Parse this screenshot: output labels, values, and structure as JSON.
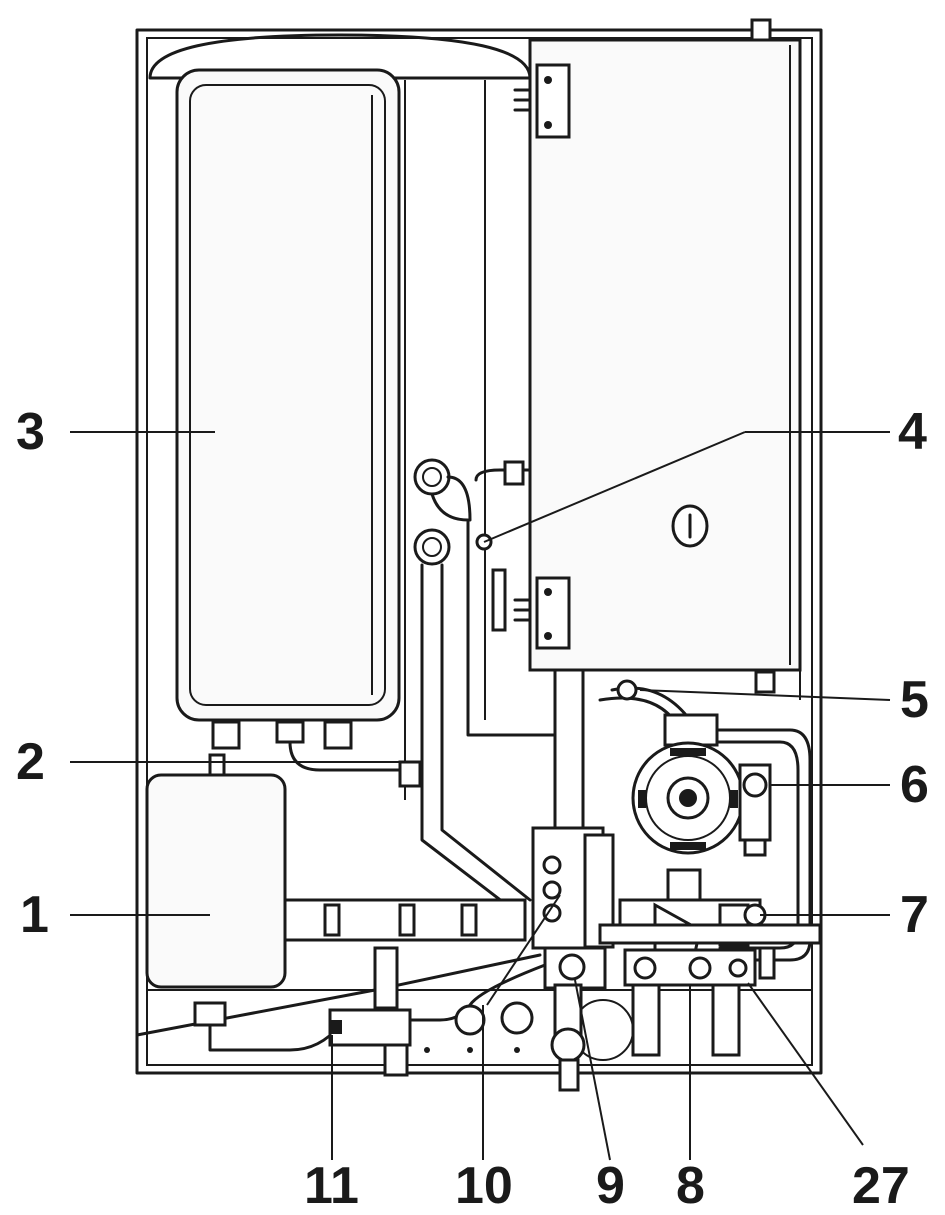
{
  "callouts": {
    "c1": "1",
    "c2": "2",
    "c3": "3",
    "c4": "4",
    "c5": "5",
    "c6": "6",
    "c7": "7",
    "c8": "8",
    "c9": "9",
    "c10": "10",
    "c11": "11",
    "c27": "27"
  }
}
